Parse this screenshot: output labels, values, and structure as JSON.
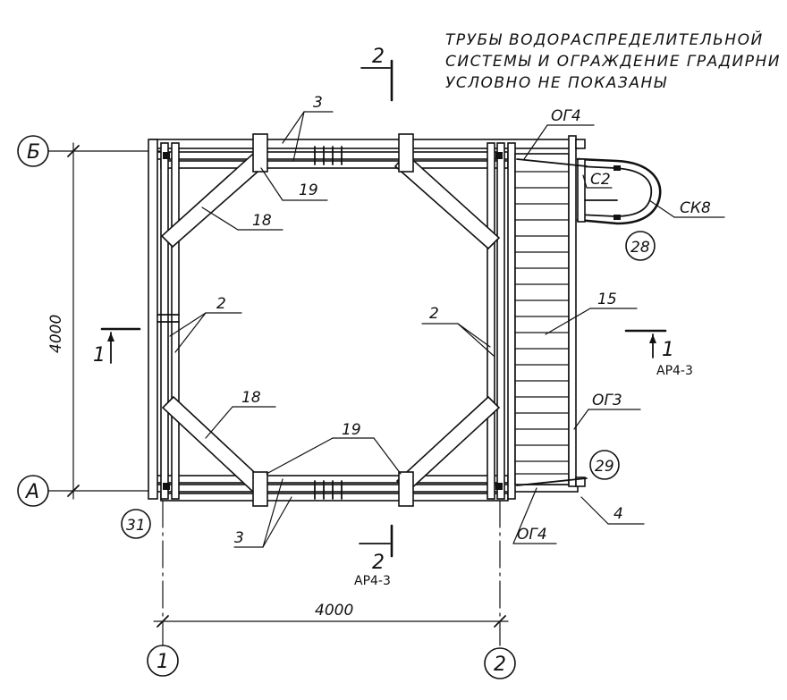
{
  "note": {
    "lines": [
      "ТРУБЫ  ВОДОРАСПРЕДЕЛИТЕЛЬНОЙ",
      "СИСТЕМЫ  И  ОГРАЖДЕНИЕ  ГРАДИРНИ",
      "УСЛОВНО    НЕ   ПОКАЗАНЫ"
    ]
  },
  "axes": {
    "row_b": "Б",
    "row_a": "А",
    "col_1": "1",
    "col_2": "2"
  },
  "dimensions": {
    "vertical": "4000",
    "horizontal": "4000"
  },
  "sections": {
    "sec2_top": "2",
    "sec2_bottom": "2",
    "sec2_bottom_ref": "АР4-3",
    "sec1_left": "1",
    "sec1_right": "1",
    "sec1_right_ref": "АР4-3"
  },
  "callouts": {
    "c3_top": "3",
    "c3_bottom": "3",
    "c19_top": "19",
    "c19_bottom": "19",
    "c18_top": "18",
    "c18_bottom": "18",
    "c2_left": "2",
    "c2_right": "2",
    "c15": "15",
    "og4_top": "ОГ4",
    "og4_bottom": "ОГ4",
    "og3": "ОГ3",
    "c2_tag": "С2",
    "sk8": "СК8",
    "c4": "4",
    "circ28": "28",
    "circ29": "29",
    "circ31": "31"
  }
}
